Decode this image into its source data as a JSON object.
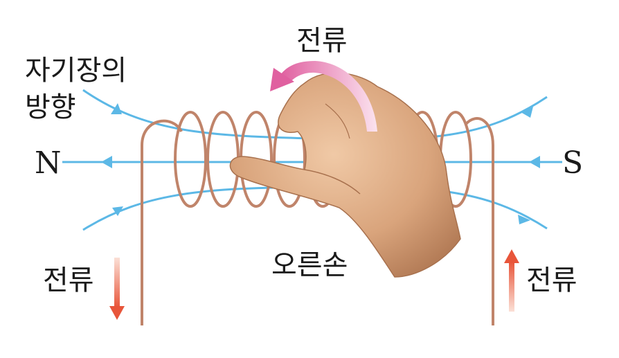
{
  "labels": {
    "current_top": "전류",
    "field_direction_line1": "자기장의",
    "field_direction_line2": "방향",
    "north_pole": "N",
    "south_pole": "S",
    "right_hand": "오른손",
    "current_left": "전류",
    "current_right": "전류"
  },
  "colors": {
    "field_line": "#5cb8e6",
    "coil_wire": "#c0846a",
    "current_arrow_top": "#e060a0",
    "current_arrow_side": "#e8553a",
    "hand_skin": "#d9a47c"
  },
  "icons": {
    "hand": "right-hand-icon",
    "curved_arrow": "curved-current-arrow-icon"
  }
}
